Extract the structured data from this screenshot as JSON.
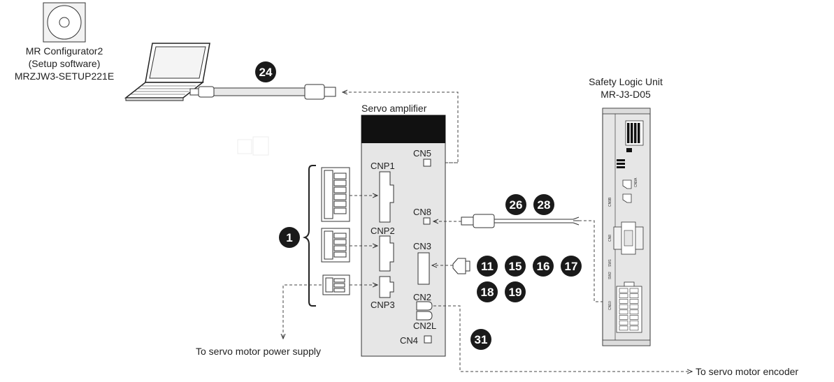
{
  "software": {
    "name": "MR Configurator2",
    "subtitle": "(Setup software)",
    "model": "MRZJW3-SETUP221E"
  },
  "amplifier": {
    "title": "Servo amplifier",
    "ports": {
      "cnp1": "CNP1",
      "cnp2": "CNP2",
      "cnp3": "CNP3",
      "cn5": "CN5",
      "cn8": "CN8",
      "cn3": "CN3",
      "cn2": "CN2",
      "cn2l": "CN2L",
      "cn4": "CN4"
    }
  },
  "safety_unit": {
    "title": "Safety Logic Unit",
    "model": "MR-J3-D05",
    "labels": {
      "cn9a": "CN9A",
      "cn9b": "CN9B",
      "cn8": "CN8",
      "sw1": "SW1",
      "sw2": "SW2",
      "cn10": "CN10"
    }
  },
  "destinations": {
    "power": "To servo motor power supply",
    "encoder": "To servo motor encoder"
  },
  "badges": {
    "b1": "1",
    "b24": "24",
    "b26": "26",
    "b28": "28",
    "b11": "11",
    "b15": "15",
    "b16": "16",
    "b17": "17",
    "b18": "18",
    "b19": "19",
    "b31": "31"
  },
  "colors": {
    "badge": "#1a1a1a",
    "amplifier_body": "#e6e6e6",
    "amplifier_top": "#111111",
    "unit_body": "#e6e6e6"
  }
}
